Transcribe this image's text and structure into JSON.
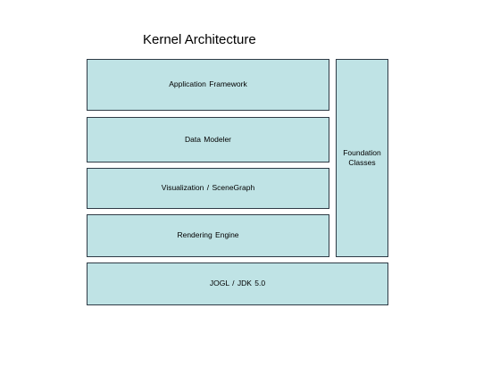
{
  "diagram": {
    "title": "Kernel Architecture",
    "layers": {
      "application_framework": "Application Framework",
      "data_modeler": "Data  Modeler",
      "visualization": "Visualization / SceneGraph",
      "rendering_engine": "Rendering Engine",
      "jogl": "JOGL /  JDK 5.0",
      "foundation_classes": "Foundation\nClasses"
    },
    "colors": {
      "box_fill": "#bfe3e5",
      "box_border": "#2f3b46"
    }
  }
}
